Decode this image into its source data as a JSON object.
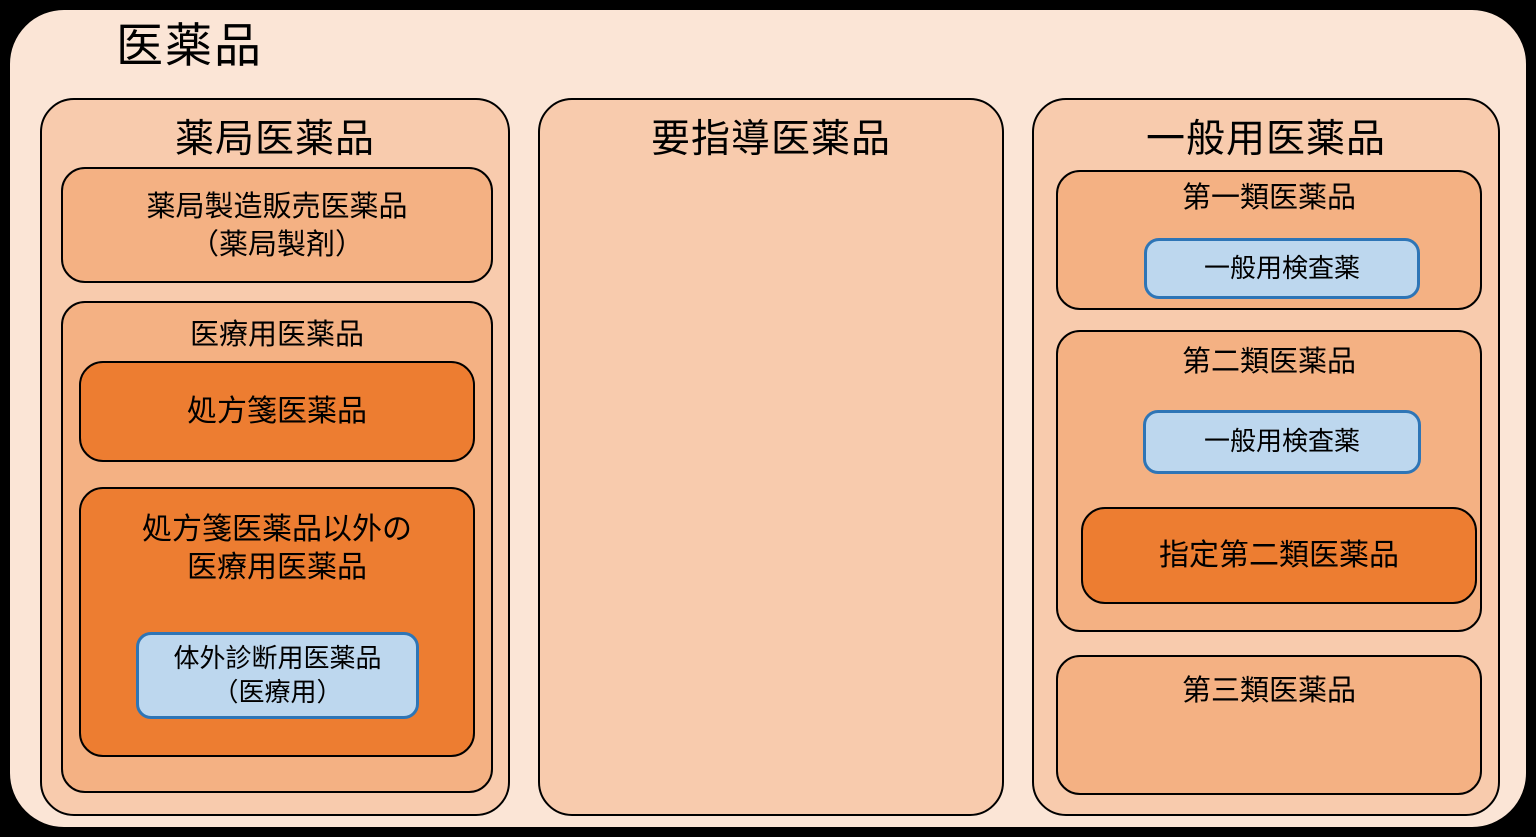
{
  "diagram": {
    "title": "医薬品",
    "columns": {
      "pharmacy": {
        "header": "薬局医薬品",
        "pharmacy_compounded": "薬局製造販売医薬品\n（薬局製剤）",
        "medical": {
          "header": "医療用医薬品",
          "prescription": "処方箋医薬品",
          "non_prescription": {
            "label": "処方箋医薬品以外の\n医療用医薬品",
            "ivd": "体外診断用医薬品\n（医療用）"
          }
        }
      },
      "guidance": {
        "header": "要指導医薬品"
      },
      "otc": {
        "header": "一般用医薬品",
        "class1": {
          "label": "第一類医薬品",
          "test_drug": "一般用検査薬"
        },
        "class2": {
          "label": "第二類医薬品",
          "test_drug": "一般用検査薬",
          "designated": "指定第二類医薬品"
        },
        "class3": {
          "label": "第三類医薬品"
        }
      }
    },
    "colors": {
      "background": "#000000",
      "level1_fill": "#FBE5D6",
      "level2_fill": "#F8CBAD",
      "level3_fill": "#F4B183",
      "accent_fill": "#ED7D31",
      "info_fill": "#BDD7EE",
      "info_border": "#2E75B6",
      "outline": "#000000",
      "text": "#000000"
    }
  }
}
